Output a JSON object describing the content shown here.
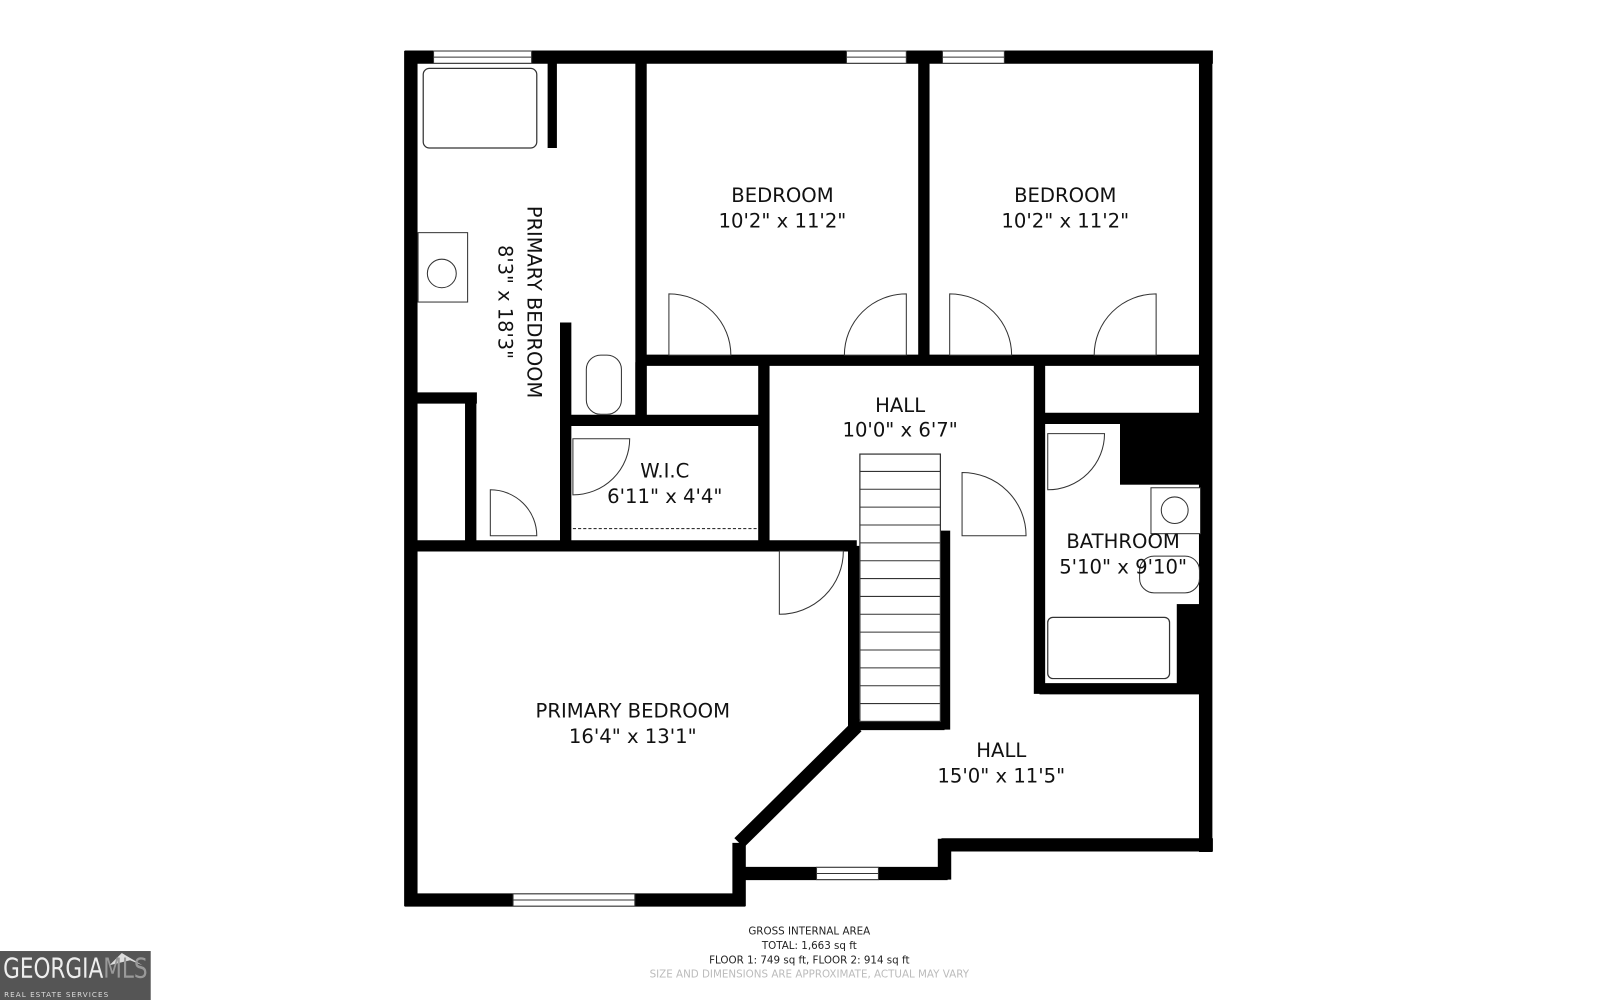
{
  "rooms": [
    {
      "name": "BEDROOM",
      "dims": "10'2\" x 11'2\""
    },
    {
      "name": "BEDROOM",
      "dims": "10'2\" x 11'2\""
    },
    {
      "name": "PRIMARY BEDROOM",
      "dims": "8'3\" x 18'3\""
    },
    {
      "name": "HALL",
      "dims": "10'0\" x 6'7\""
    },
    {
      "name": "W.I.C",
      "dims": "6'11\" x 4'4\""
    },
    {
      "name": "BATHROOM",
      "dims": "5'10\" x 9'10\""
    },
    {
      "name": "PRIMARY BEDROOM",
      "dims": "16'4\" x 13'1\""
    },
    {
      "name": "HALL",
      "dims": "15'0\" x 11'5\""
    }
  ],
  "footer": {
    "title": "GROSS INTERNAL AREA",
    "total": "TOTAL: 1,663 sq ft",
    "floors": "FLOOR 1: 749 sq ft, FLOOR 2: 914 sq ft",
    "disclaimer": "SIZE AND DIMENSIONS ARE APPROXIMATE, ACTUAL MAY VARY"
  },
  "logo": {
    "text_main": "GEORGIA",
    "text_accent": "MLS",
    "subtitle": "REAL ESTATE SERVICES"
  },
  "colors": {
    "wall": "#000000",
    "logo_bg": "#555555"
  }
}
